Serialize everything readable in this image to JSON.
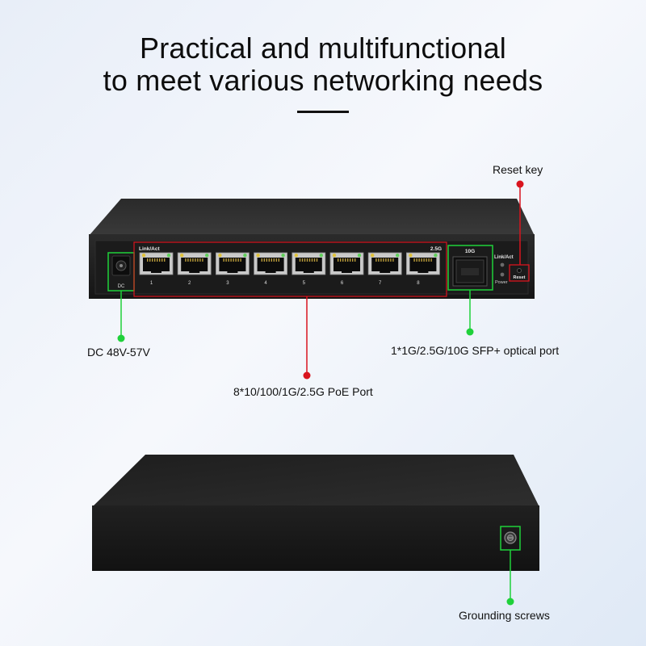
{
  "headline": {
    "line1": "Practical and multifunctional",
    "line2": "to meet various networking needs"
  },
  "front_panel": {
    "group_label": "Link/Act",
    "speed_label": "2.5G",
    "port_numbers": [
      "1",
      "2",
      "3",
      "4",
      "5",
      "6",
      "7",
      "8"
    ],
    "dc_label": "DC",
    "sfp_label": "10G",
    "sfp_led_label": "Link/Act",
    "power_label": "Power",
    "reset_label": "Reset"
  },
  "callouts": {
    "reset": "Reset key",
    "dc": "DC 48V-57V",
    "sfp": "1*1G/2.5G/10G SFP+ optical port",
    "poe": "8*10/100/1G/2.5G PoE Port",
    "ground": "Grounding screws"
  },
  "colors": {
    "callout_red": "#d9141e",
    "callout_green": "#1fd13a",
    "chassis": "#1c1c1c",
    "led_green": "#5fd05a",
    "led_amber": "#e0c23a"
  }
}
